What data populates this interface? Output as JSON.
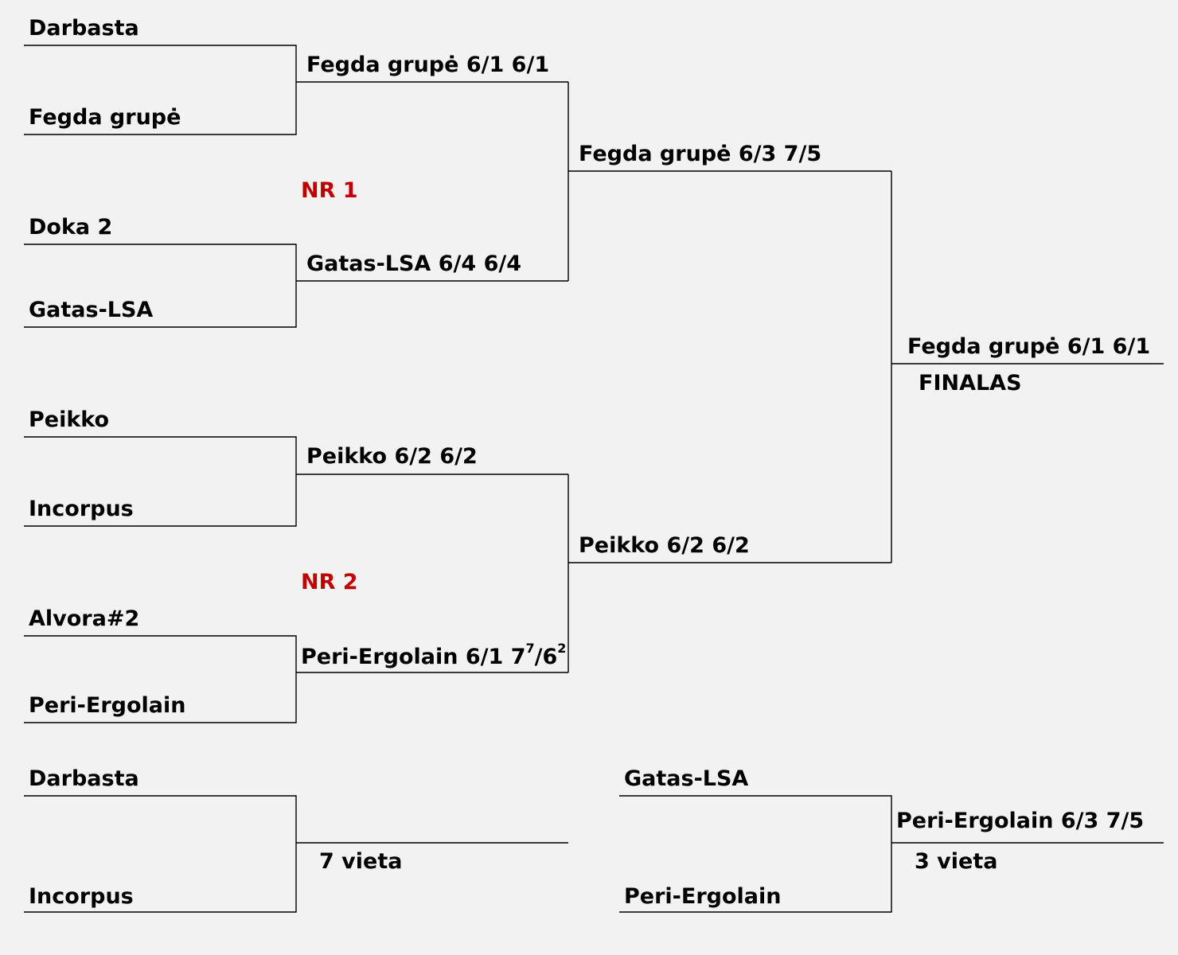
{
  "quarterfinal_pairs": [
    {
      "team_a": "Darbasta",
      "team_b": "Fegda grupė",
      "winner_result": "Fegda grupė 6/1 6/1"
    },
    {
      "team_a": "Doka 2",
      "team_b": "Gatas-LSA",
      "winner_result": "Gatas-LSA 6/4 6/4"
    },
    {
      "team_a": "Peikko",
      "team_b": "Incorpus",
      "winner_result": "Peikko 6/2 6/2"
    },
    {
      "team_a": "Alvora#2",
      "team_b": "Peri-Ergolain"
    }
  ],
  "peri_result": {
    "prefix": "Peri-Ergolain 6/1 7",
    "tb1": "7",
    "slash": "/6",
    "tb2": "2"
  },
  "semifinals": [
    {
      "winner_result": "Fegda grupė 6/3 7/5"
    },
    {
      "winner_result": "Peikko 6/2 6/2"
    }
  ],
  "group_labels": [
    "NR 1",
    "NR 2"
  ],
  "final": {
    "winner_result": "Fegda grupė 6/1 6/1",
    "label": "FINALAS"
  },
  "seventh_place": {
    "team_a": "Darbasta",
    "team_b": "Incorpus",
    "label": "7 vieta"
  },
  "third_place": {
    "team_a": "Gatas-LSA",
    "team_b": "Peri-Ergolain",
    "winner_result": "Peri-Ergolain 6/3 7/5",
    "label": "3 vieta"
  },
  "colors": {
    "line": "#000000",
    "group_label": "#c00000",
    "background": "#f2f2f2"
  }
}
